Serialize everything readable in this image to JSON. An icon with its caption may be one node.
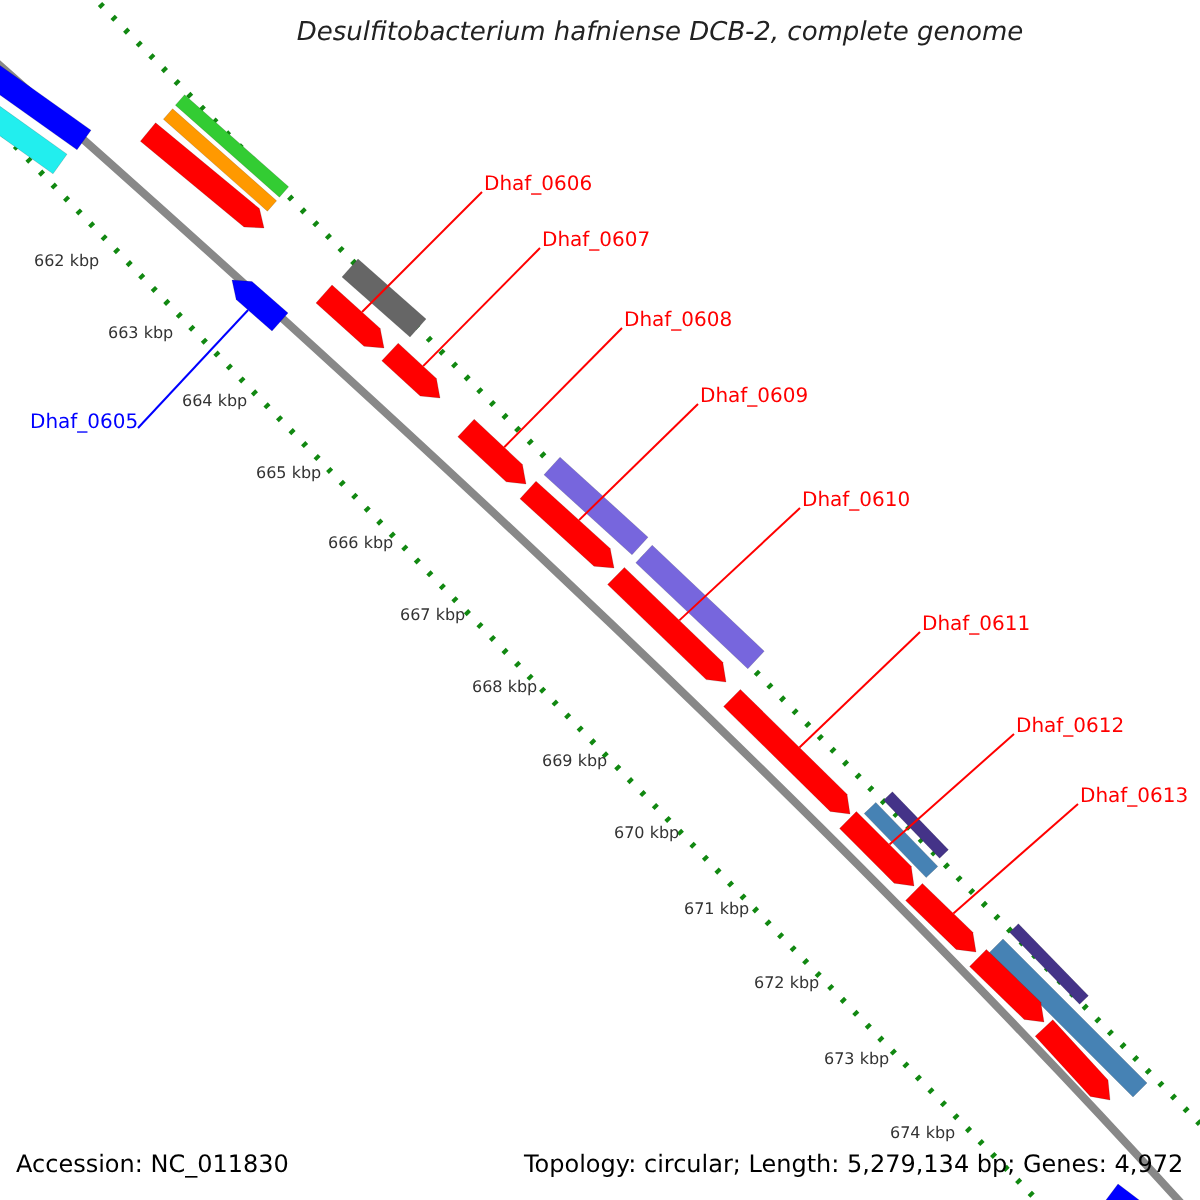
{
  "diagram": {
    "title": "Desulfitobacterium hafniense DCB-2, complete genome",
    "nodes": [
      {
        "text": [
          "Dhaf_0605"
        ]
      },
      {
        "text": [
          "Dhaf_0606"
        ]
      },
      {
        "text": [
          "Dhaf_0607"
        ]
      },
      {
        "text": [
          "Dhaf_0608"
        ]
      },
      {
        "text": [
          "Dhaf_0609"
        ]
      },
      {
        "text": [
          "Dhaf_0610"
        ]
      },
      {
        "text": [
          "Dhaf_0611"
        ]
      },
      {
        "text": [
          "Dhaf_0612"
        ]
      },
      {
        "text": [
          "Dhaf_0613"
        ]
      },
      {
        "text": [],
        "shape": "box"
      },
      {
        "text": [],
        "shape": "box"
      },
      {
        "text": [],
        "shape": "box"
      },
      {
        "text": [],
        "shape": "box"
      },
      {
        "text": [],
        "shape": "bar"
      },
      {
        "text": [],
        "shape": "bar"
      },
      {
        "text": [],
        "shape": "box"
      },
      {
        "text": [],
        "shape": "bar"
      },
      {
        "text": [],
        "shape": "bar"
      },
      {
        "text": [],
        "shape": "bar"
      },
      {
        "text": [],
        "shape": "bar"
      },
      {
        "text": [],
        "shape": "box"
      },
      {
        "text": [],
        "shape": "box"
      },
      {
        "text": [],
        "shape": "bar"
      },
      {
        "text": [],
        "shape": "bar"
      },
      {
        "text": [],
        "shape": "box"
      },
      {
        "text": [],
        "shape": "box"
      },
      {
        "text": [],
        "shape": "bar"
      },
      {
        "text": [],
        "shape": "bar"
      },
      {
        "text": [],
        "shape": "box"
      },
      {
        "text": [],
        "shape": "box"
      },
      {
        "text": [],
        "shape": "bar"
      },
      {
        "text": [],
        "shape": "bar"
      },
      {
        "text": [],
        "shape": "box"
      }
    ],
    "edges": [
      {
        "from": 0,
        "to": 14,
        "arrow": "none",
        "color": "#0000ff"
      },
      {
        "from": 1,
        "to": 16,
        "arrow": "none"
      },
      {
        "from": 2,
        "to": 17,
        "arrow": "none"
      },
      {
        "from": 3,
        "to": 18,
        "arrow": "none"
      },
      {
        "from": 4,
        "to": 19,
        "arrow": "none"
      },
      {
        "from": 5,
        "to": 22,
        "arrow": "none"
      },
      {
        "from": 6,
        "to": 23,
        "arrow": "none"
      },
      {
        "from": 7,
        "to": 26,
        "arrow": "none"
      },
      {
        "from": 8,
        "to": 27,
        "arrow": "none"
      }
    ],
    "labels": [
      "662 kbp",
      "663 kbp",
      "664 kbp",
      "665 kbp",
      "666 kbp",
      "667 kbp",
      "668 kbp",
      "669 kbp",
      "670 kbp",
      "671 kbp",
      "672 kbp",
      "673 kbp",
      "674 kbp",
      "Accession: NC_011830",
      "Topology: circular; Length: 5,279,134 bp; Genes: 4,972"
    ]
  }
}
